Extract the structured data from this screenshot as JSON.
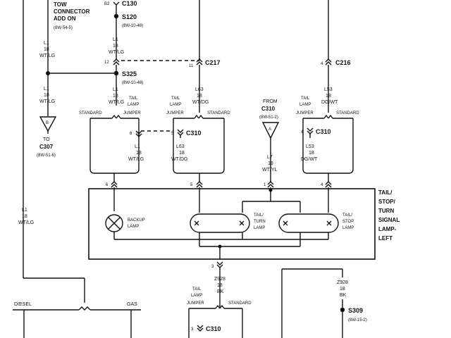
{
  "connectors": {
    "tow": "TOW",
    "connector": "CONNECTOR",
    "add_on": "ADD ON",
    "tow_ref": "(8W-54-5)",
    "b2": "B2",
    "c130": "C130",
    "s120": "S120",
    "s120_ref": "(8W-10-48)",
    "s325": "S325",
    "s325_ref": "(8W-10-48)",
    "c217": "C217",
    "c217_pin": "11",
    "c216": "C216",
    "c216_pin": "4",
    "pin_12": "12",
    "b_label": "B",
    "to": "TO",
    "c307": "C307",
    "c307_ref": "(8W-51-6)",
    "from": "FROM",
    "c310_from": "C310",
    "c310_from_ref": "(8W-51-2)",
    "a_label": "A",
    "c310_a": "C310",
    "c310_b": "C310",
    "c310_c": "C310",
    "pin_6": "6",
    "pin_5": "5",
    "pin_4": "4",
    "pin_1": "1",
    "pin_3": "3",
    "s309": "S309",
    "s309_ref": "(8W-15-2)"
  },
  "wires": {
    "l1": "L1",
    "g18": "18",
    "wtlg": "WT/LG",
    "l63": "L63",
    "wtdg": "WT/DG",
    "l53": "L53",
    "dgwt": "DG/WT",
    "l7": "L7",
    "wtyl": "WT/YL",
    "z928": "Z928",
    "bk": "BK"
  },
  "options": {
    "standard": "STANDARD",
    "tail": "TAIL",
    "lamp": "LAMP",
    "jumper": "JUMPER",
    "diesel": "DIESEL",
    "gas": "GAS"
  },
  "lamp_assembly": {
    "title_lines": [
      "TAIL/",
      "STOP/",
      "TURN",
      "SIGNAL",
      "LAMP-",
      "LEFT"
    ],
    "backup_1": "BACKUP",
    "backup_2": "LAMP",
    "tail_turn_1": "TAIL/",
    "tail_turn_2": "TURN",
    "tail_turn_3": "LAMP",
    "tail_stop_1": "TAIL/",
    "tail_stop_2": "STOP",
    "tail_stop_3": "LAMP"
  }
}
